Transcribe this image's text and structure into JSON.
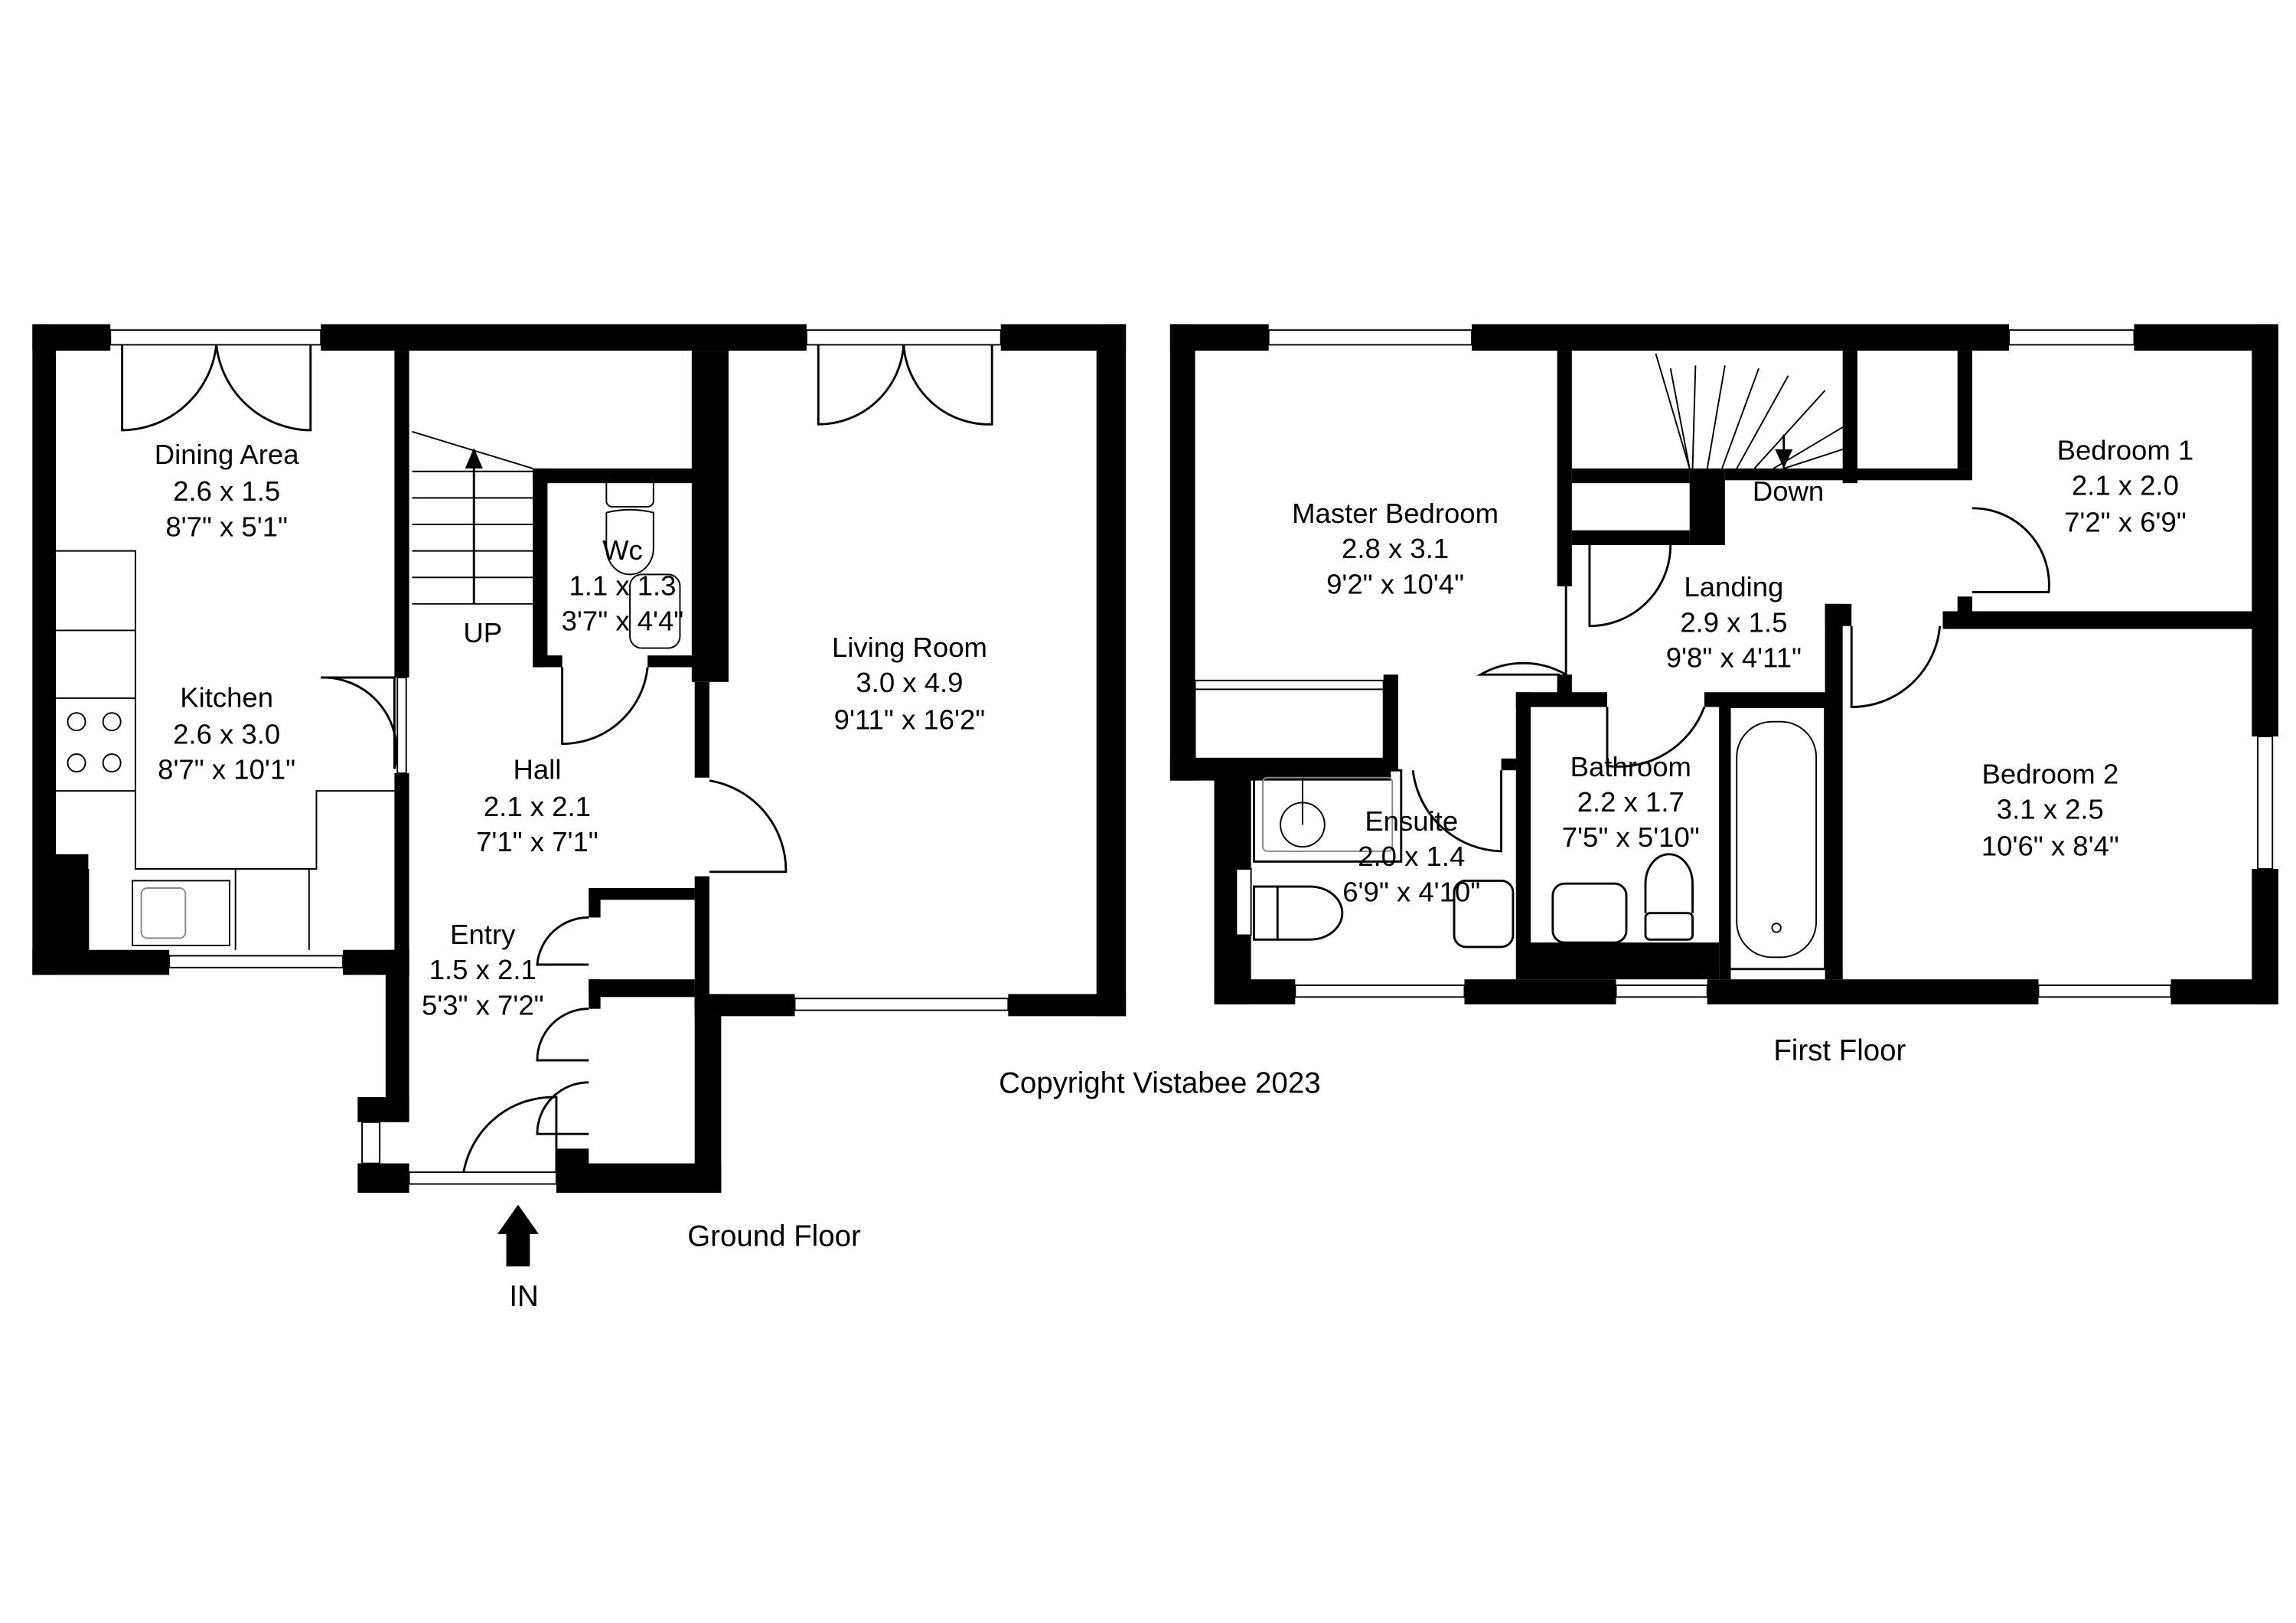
{
  "ground_floor": {
    "label": "Ground Floor",
    "entrance_label": "IN",
    "stairs_label": "UP",
    "rooms": [
      {
        "name": "Dining Area",
        "metric": "2.6 x 1.5",
        "imperial": "8'7\" x 5'1\""
      },
      {
        "name": "Kitchen",
        "metric": "2.6 x 3.0",
        "imperial": "8'7\" x 10'1\""
      },
      {
        "name": "Wc",
        "metric": "1.1 x 1.3",
        "imperial": "3'7\" x 4'4\""
      },
      {
        "name": "Hall",
        "metric": "2.1 x 2.1",
        "imperial": "7'1\" x 7'1\""
      },
      {
        "name": "Entry",
        "metric": "1.5 x 2.1",
        "imperial": "5'3\" x 7'2\""
      },
      {
        "name": "Living Room",
        "metric": "3.0 x 4.9",
        "imperial": "9'11\" x 16'2\""
      }
    ]
  },
  "first_floor": {
    "label": "First Floor",
    "stairs_label": "Down",
    "rooms": [
      {
        "name": "Master Bedroom",
        "metric": "2.8 x 3.1",
        "imperial": "9'2\" x 10'4\""
      },
      {
        "name": "Landing",
        "metric": "2.9 x 1.5",
        "imperial": "9'8\" x 4'11\""
      },
      {
        "name": "Bedroom 1",
        "metric": "2.1 x 2.0",
        "imperial": "7'2\" x 6'9\""
      },
      {
        "name": "Ensuite",
        "metric": "2.0 x 1.4",
        "imperial": "6'9\" x 4'10\""
      },
      {
        "name": "Bathroom",
        "metric": "2.2 x 1.7",
        "imperial": "7'5\" x 5'10\""
      },
      {
        "name": "Bedroom 2",
        "metric": "3.1 x 2.5",
        "imperial": "10'6\" x 8'4\""
      }
    ]
  },
  "copyright": "Copyright Vistabee 2023"
}
